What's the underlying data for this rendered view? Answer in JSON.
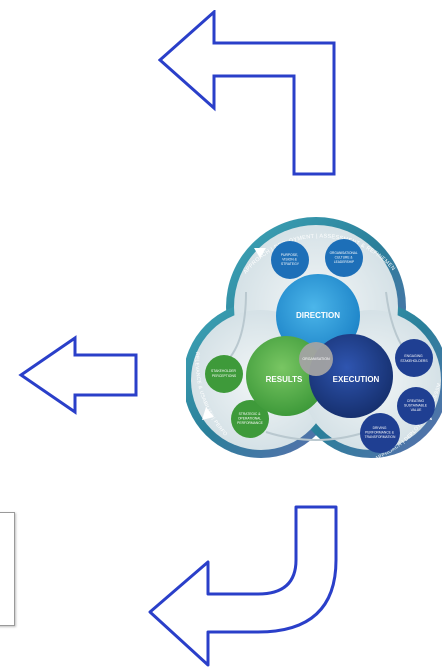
{
  "colors": {
    "arrow_outline": "#2a3fc9",
    "arrow_fill": "#ffffff",
    "direction": "#2a9ad8",
    "results": "#56b04a",
    "execution": "#1f3f92",
    "organisation": "#9a9a9a",
    "outer_ring": "#2d8f9c",
    "inner_field": "#dbe6ea"
  },
  "model": {
    "ring_top": "APPROACH | DEPLOYMENT | ASSESSMENT & REFINEMENT",
    "ring_left": "RELEVANCE & USABILITY | PERFORMANCE",
    "ring_bottom": "APPROACH | DEPLOYMENT | ASSESSMENT",
    "organisation": "ORGANISATION",
    "direction": "DIRECTION",
    "results": "RESULTS",
    "execution": "EXECUTION",
    "purpose": [
      "PURPOSE,",
      "VISION &",
      "STRATEGY"
    ],
    "culture": [
      "ORGANISATIONAL",
      "CULTURE &",
      "LEADERSHIP"
    ],
    "engaging": [
      "ENGAGING",
      "STAKEHOLDERS"
    ],
    "creating": [
      "CREATING",
      "SUSTAINABLE",
      "VALUE"
    ],
    "driving": [
      "DRIVING",
      "PERFORMANCE &",
      "TRANSFORMATION"
    ],
    "stakeholder": [
      "STAKEHOLDER",
      "PERCEPTIONS"
    ],
    "strategic": [
      "STRATEGIC &",
      "OPERATIONAL",
      "PERFORMANCE"
    ]
  }
}
